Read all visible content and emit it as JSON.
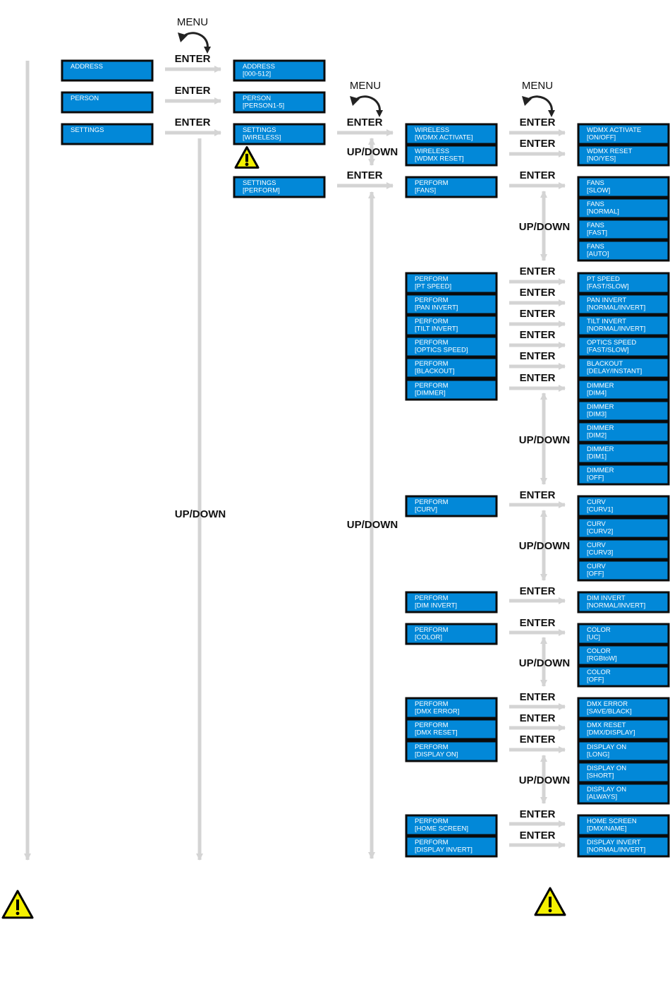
{
  "colors": {
    "box_fill": "#0288d8",
    "box_border": "#0b0b0b",
    "box_text": "#ffffff",
    "arrow": "#d4d4d4",
    "label": "#111111",
    "warning_fill": "#f4f000"
  },
  "labels": {
    "menu": "MENU",
    "enter": "ENTER",
    "updown": "UP/DOWN"
  },
  "col1": [
    {
      "l1": "ADDRESS"
    },
    {
      "l1": "PERSON"
    },
    {
      "l1": "SETTINGS"
    }
  ],
  "col2": [
    {
      "l1": "ADDRESS",
      "l2": "[000-512]"
    },
    {
      "l1": "PERSON",
      "l2": "[PERSON1-5]"
    },
    {
      "l1": "SETTINGS",
      "l2": "[WIRELESS]"
    },
    {
      "l1": "SETTINGS",
      "l2": "[PERFORM]"
    }
  ],
  "col3": [
    {
      "l1": "WIRELESS",
      "l2": "[WDMX ACTIVATE]"
    },
    {
      "l1": "WIRELESS",
      "l2": "[WDMX RESET]"
    },
    {
      "l1": "PERFORM",
      "l2": "[FANS]"
    },
    {
      "l1": "PERFORM",
      "l2": "[PT SPEED]"
    },
    {
      "l1": "PERFORM",
      "l2": "[PAN INVERT]"
    },
    {
      "l1": "PERFORM",
      "l2": "[TILT INVERT]"
    },
    {
      "l1": "PERFORM",
      "l2": "[OPTICS SPEED]"
    },
    {
      "l1": "PERFORM",
      "l2": "[BLACKOUT]"
    },
    {
      "l1": "PERFORM",
      "l2": "[DIMMER]"
    },
    {
      "l1": "PERFORM",
      "l2": "[CURV]"
    },
    {
      "l1": "PERFORM",
      "l2": "[DIM INVERT]"
    },
    {
      "l1": "PERFORM",
      "l2": "[COLOR]"
    },
    {
      "l1": "PERFORM",
      "l2": "[DMX ERROR]"
    },
    {
      "l1": "PERFORM",
      "l2": "[DMX RESET]"
    },
    {
      "l1": "PERFORM",
      "l2": "[DISPLAY ON]"
    },
    {
      "l1": "PERFORM",
      "l2": "[HOME SCREEN]"
    },
    {
      "l1": "PERFORM",
      "l2": "[DISPLAY INVERT]"
    }
  ],
  "col4": [
    {
      "l1": "WDMX ACTIVATE",
      "l2": "[ON/OFF]"
    },
    {
      "l1": "WDMX RESET",
      "l2": "[NO/YES]"
    },
    {
      "l1": "FANS",
      "l2": "[SLOW]"
    },
    {
      "l1": "FANS",
      "l2": "[NORMAL]"
    },
    {
      "l1": "FANS",
      "l2": "[FAST]"
    },
    {
      "l1": "FANS",
      "l2": "[AUTO]"
    },
    {
      "l1": "PT SPEED",
      "l2": "[FAST/SLOW]"
    },
    {
      "l1": "PAN INVERT",
      "l2": "[NORMAL/INVERT]"
    },
    {
      "l1": "TILT INVERT",
      "l2": "[NORMAL/INVERT]"
    },
    {
      "l1": "OPTICS SPEED",
      "l2": "[FAST/SLOW]"
    },
    {
      "l1": "BLACKOUT",
      "l2": "[DELAY/INSTANT]"
    },
    {
      "l1": "DIMMER",
      "l2": "[DIM4]"
    },
    {
      "l1": "DIMMER",
      "l2": "[DIM3]"
    },
    {
      "l1": "DIMMER",
      "l2": "[DIM2]"
    },
    {
      "l1": "DIMMER",
      "l2": "[DIM1]"
    },
    {
      "l1": "DIMMER",
      "l2": "[OFF]"
    },
    {
      "l1": "CURV",
      "l2": "[CURV1]"
    },
    {
      "l1": "CURV",
      "l2": "[CURV2]"
    },
    {
      "l1": "CURV",
      "l2": "[CURV3]"
    },
    {
      "l1": "CURV",
      "l2": "[OFF]"
    },
    {
      "l1": "DIM INVERT",
      "l2": "[NORMAL/INVERT]"
    },
    {
      "l1": "COLOR",
      "l2": "[UC]"
    },
    {
      "l1": "COLOR",
      "l2": "[RGBtoW]"
    },
    {
      "l1": "COLOR",
      "l2": "[OFF]"
    },
    {
      "l1": "DMX ERROR",
      "l2": "[SAVE/BLACK]"
    },
    {
      "l1": "DMX RESET",
      "l2": "[DMX/DISPLAY]"
    },
    {
      "l1": "DISPLAY ON",
      "l2": "[LONG]"
    },
    {
      "l1": "DISPLAY ON",
      "l2": "[SHORT]"
    },
    {
      "l1": "DISPLAY ON",
      "l2": "[ALWAYS]"
    },
    {
      "l1": "HOME SCREEN",
      "l2": "[DMX/NAME]"
    },
    {
      "l1": "DISPLAY INVERT",
      "l2": "[NORMAL/INVERT]"
    }
  ],
  "icons": {
    "menu_return": "curved-return-arrow-icon",
    "warning": "warning-triangle-icon"
  }
}
